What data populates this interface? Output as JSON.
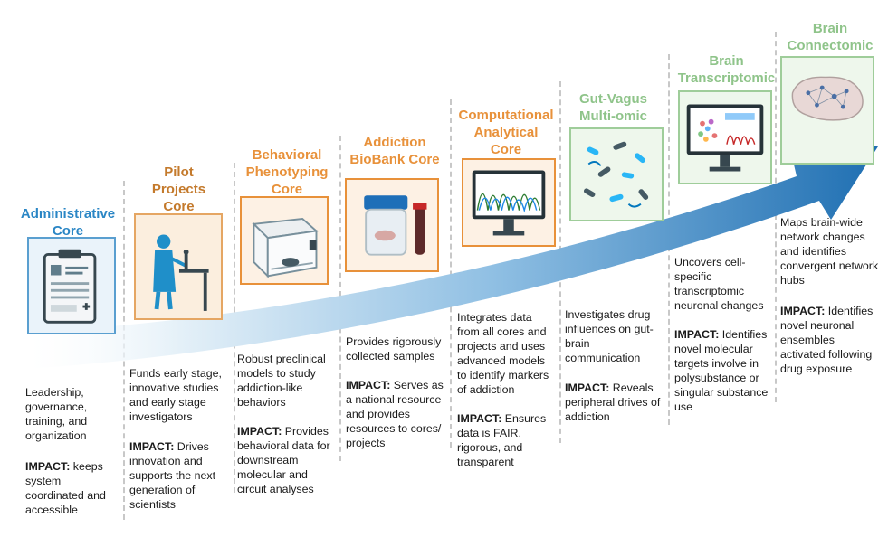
{
  "colors": {
    "blue": "#2a86c5",
    "orange": "#e8913a",
    "green": "#8fc48a",
    "arrow_dark": "#1f6fb2",
    "arrow_light": "#e4f0f8"
  },
  "impact_label": "IMPACT:",
  "columns": [
    {
      "title": "Administrative\nCore",
      "icon": "clipboard-icon",
      "description": "Leadership,\ngovernance,\ntraining, and\norganization",
      "impact": " keeps\nsystem\ncoordinated and\naccessible"
    },
    {
      "title": "Pilot\nProjects\nCore",
      "icon": "scientist-icon",
      "description": "Funds early stage,\ninnovative studies\nand early stage\ninvestigators",
      "impact": " Drives\ninnovation and\nsupports the next\ngeneration of\nscientists"
    },
    {
      "title": "Behavioral\nPhenotyping\nCore",
      "icon": "behavior-chamber-icon",
      "description": "Robust preclinical\nmodels to study\naddiction-like\nbehaviors",
      "impact": " Provides\nbehavioral data for\ndownstream\nmolecular and\ncircuit analyses"
    },
    {
      "title": "Addiction\nBioBank Core",
      "icon": "sample-jar-icon",
      "description": "Provides rigorously\ncollected samples",
      "impact": " Serves as\na national resource\nand provides\nresources to cores/\nprojects"
    },
    {
      "title": "Computational\nAnalytical\nCore",
      "icon": "monitor-chromatogram-icon",
      "description": "Integrates data\nfrom all cores and\nprojects and uses\nadvanced models\nto identify markers\nof addiction",
      "impact": " Ensures\ndata is FAIR,\nrigorous, and\ntransparent"
    },
    {
      "title": "Gut-Vagus\nMulti-omic",
      "icon": "bacteria-icon",
      "description": "Investigates drug\ninfluences on gut-\nbrain\ncommunication",
      "impact": " Reveals\nperipheral drives of\naddiction"
    },
    {
      "title": "Brain\nTranscriptomic",
      "icon": "monitor-transcriptome-icon",
      "description": "Uncovers cell-\nspecific\ntranscriptomic\nneuronal changes",
      "impact": " Identifies\nnovel molecular\ntargets involve in\npolysubstance or\nsingular substance\nuse"
    },
    {
      "title": "Brain\nConnectomic",
      "icon": "brain-network-icon",
      "description": "Maps brain-wide\nnetwork changes\nand identifies\nconvergent network\nhubs",
      "impact": " Identifies\nnovel neuronal\nensembles\nactivated following\ndrug exposure"
    }
  ]
}
